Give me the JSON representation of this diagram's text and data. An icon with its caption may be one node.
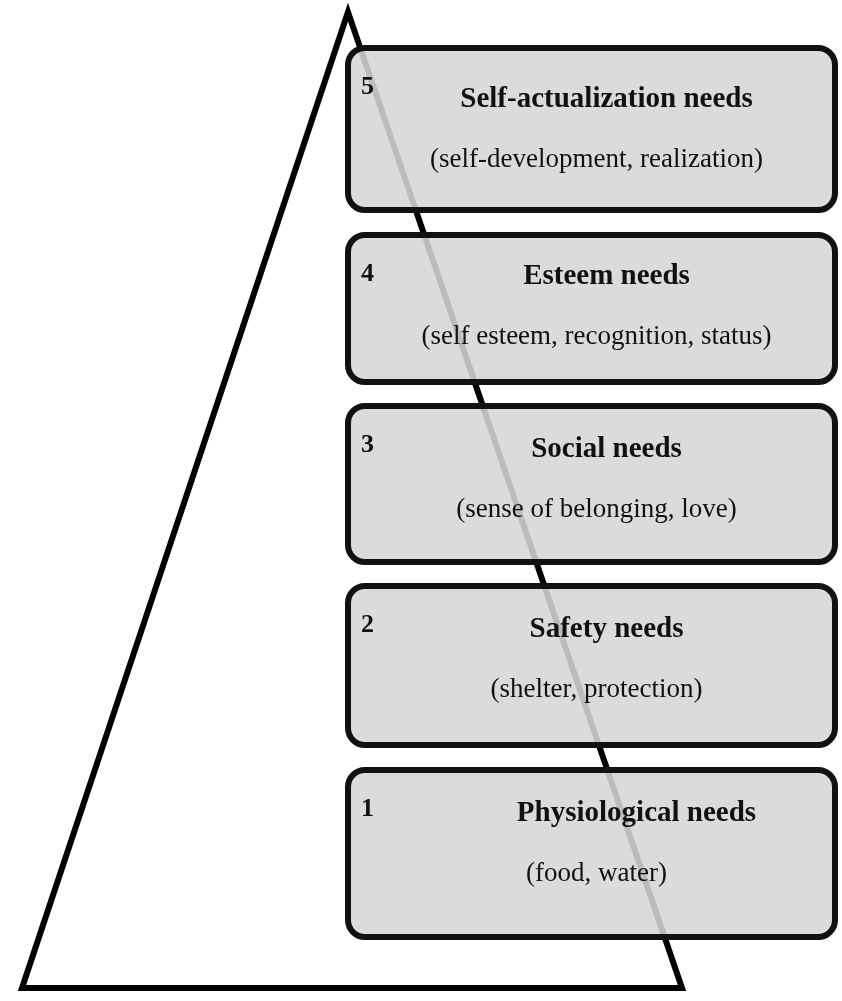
{
  "diagram": {
    "nodes": [
      {
        "text": [
          "5",
          "Self-actualization needs",
          "(self-development, realization)"
        ]
      },
      {
        "text": [
          "4",
          "Esteem needs",
          "(self esteem, recognition, status)"
        ]
      },
      {
        "text": [
          "3",
          "Social needs",
          "(sense of belonging, love)"
        ]
      },
      {
        "text": [
          "2",
          "Safety needs",
          "(shelter, protection)"
        ]
      },
      {
        "text": [
          "1",
          "Physiological needs",
          "(food, water)"
        ]
      }
    ]
  }
}
